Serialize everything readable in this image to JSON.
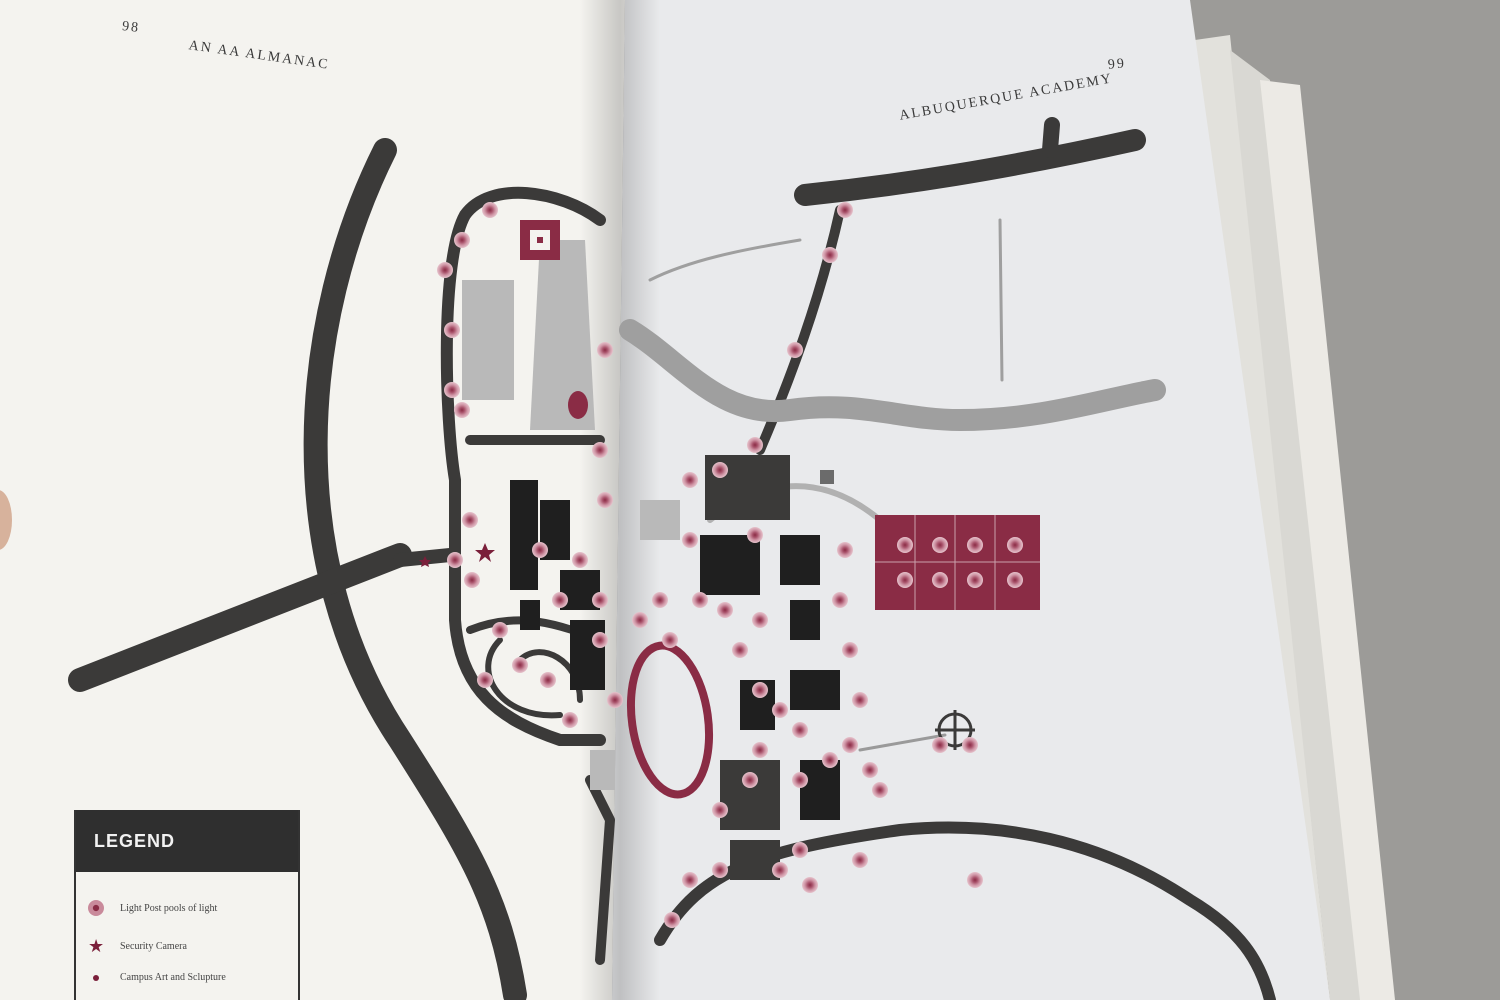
{
  "book": {
    "left_page": {
      "number": "98",
      "running_head": "AN AA ALMANAC"
    },
    "right_page": {
      "number": "99",
      "running_head": "ALBUQUERQUE ACADEMY"
    }
  },
  "legend": {
    "title": "LEGEND",
    "items": [
      {
        "label": "Light Post pools of light",
        "symbol": "light-pool-icon"
      },
      {
        "label": "Security Camera",
        "symbol": "star-icon"
      },
      {
        "label": "Campus Art and Sclupture",
        "symbol": "dot-icon"
      }
    ]
  },
  "colors": {
    "road": "#3b3a39",
    "building_dark": "#1f1f1f",
    "building_gray": "#b9b9b9",
    "accent_maroon": "#8a2c45",
    "light_pool": "#c98a9b",
    "page_left": "#f4f3ef",
    "page_right": "#e9eaec"
  }
}
